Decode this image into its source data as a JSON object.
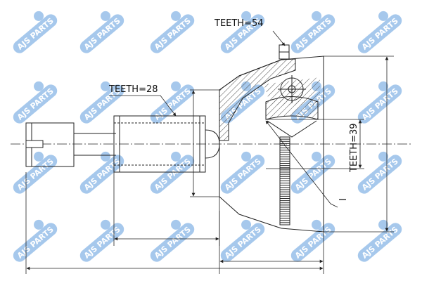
{
  "labels": {
    "teeth_abs_ring": "TEETH=54",
    "teeth_outer_spline": "TEETH=28",
    "teeth_inner_spline": "TEETH=39",
    "dimension_marker": "I"
  },
  "watermark": {
    "brand_text": "AJS PARTS",
    "color": "#4a90d9"
  },
  "colors": {
    "line": "#222222",
    "hatch": "#555555"
  }
}
